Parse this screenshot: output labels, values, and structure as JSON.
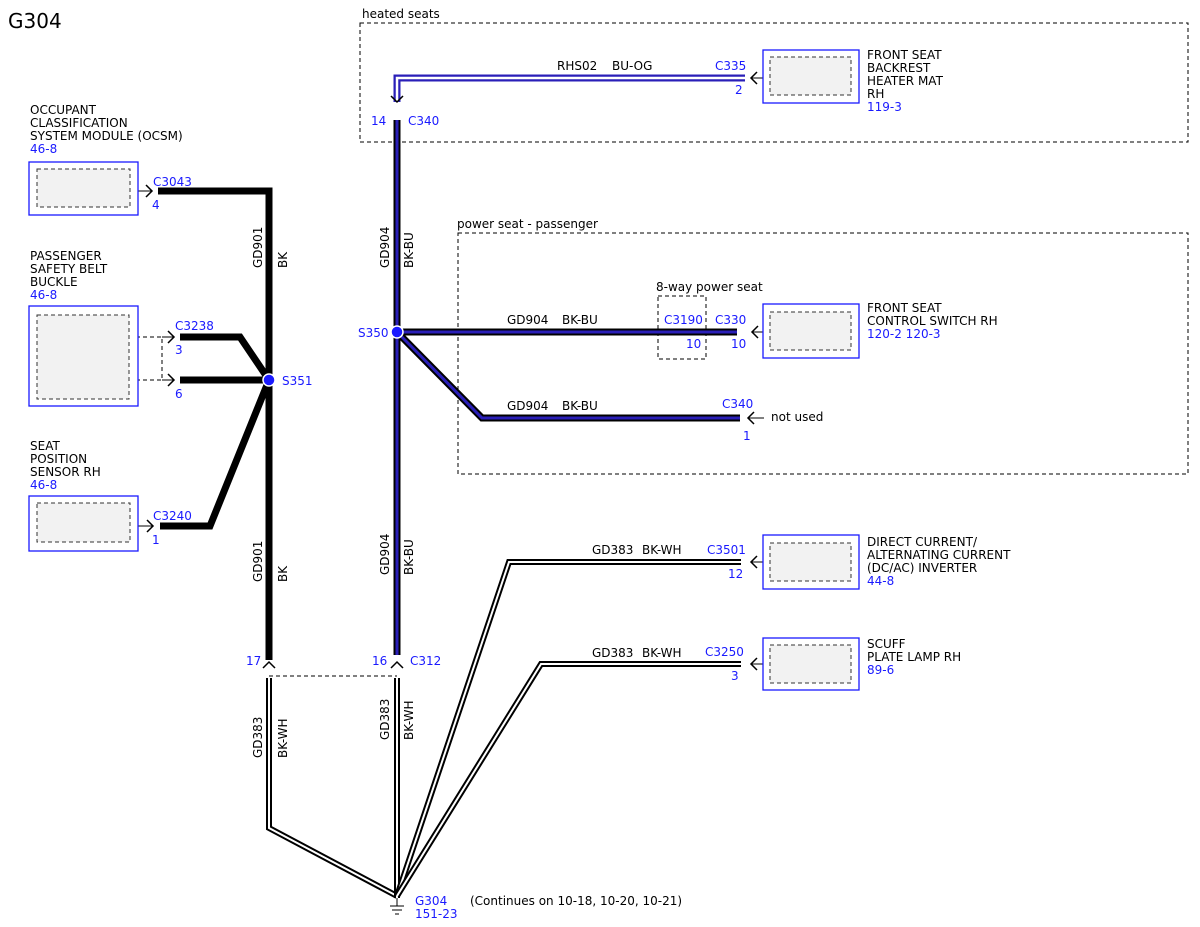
{
  "title": "G304",
  "groups": {
    "heated_seats": "heated seats",
    "power_seat": "power seat - passenger",
    "eight_way": "8-way power seat"
  },
  "components": {
    "ocsm": {
      "line1": "OCCUPANT",
      "line2": "CLASSIFICATION",
      "line3": "SYSTEM MODULE (OCSM)",
      "ref": "46-8",
      "connector": "C3043",
      "pin": "4"
    },
    "buckle": {
      "line1": "PASSENGER",
      "line2": "SAFETY BELT",
      "line3": "BUCKLE",
      "ref": "46-8",
      "connector": "C3238",
      "pin_a": "3",
      "pin_b": "6"
    },
    "seat_pos": {
      "line1": "SEAT",
      "line2": "POSITION",
      "line3": "SENSOR RH",
      "ref": "46-8",
      "connector": "C3240",
      "pin": "1"
    },
    "heater_mat": {
      "line1": "FRONT SEAT",
      "line2": "BACKREST",
      "line3": "HEATER MAT",
      "line4": "RH",
      "ref": "119-3",
      "connector": "C335",
      "pin": "2"
    },
    "switch": {
      "line1": "FRONT SEAT",
      "line2": "CONTROL SWITCH RH",
      "ref": "120-2 120-3",
      "connector": "C330",
      "pin": "10"
    },
    "inverter": {
      "line1": "DIRECT CURRENT/",
      "line2": "ALTERNATING CURRENT",
      "line3": "(DC/AC) INVERTER",
      "ref": "44-8",
      "connector": "C3501",
      "pin": "12"
    },
    "scuff": {
      "line1": "SCUFF",
      "line2": "PLATE LAMP RH",
      "ref": "89-6",
      "connector": "C3250",
      "pin": "3"
    }
  },
  "connectors": {
    "c340_top": {
      "name": "C340",
      "pin": "14"
    },
    "c3190": {
      "name": "C3190",
      "pin": "10"
    },
    "c340_unused": {
      "name": "C340",
      "pin": "1",
      "note": "not used"
    },
    "c312": {
      "name": "C312",
      "pin_a": "17",
      "pin_b": "16"
    }
  },
  "splices": {
    "s351": "S351",
    "s350": "S350"
  },
  "wires": {
    "rhs02": {
      "circuit": "RHS02",
      "color": "BU-OG"
    },
    "gd901": {
      "circuit": "GD901",
      "color": "BK"
    },
    "gd904": {
      "circuit": "GD904",
      "color": "BK-BU"
    },
    "gd383": {
      "circuit": "GD383",
      "color": "BK-WH"
    }
  },
  "ground": {
    "name": "G304",
    "ref": "151-23",
    "note": "(Continues on 10-18, 10-20, 10-21)"
  },
  "colors": {
    "blue_label": "#1a1aff",
    "blue_wire": "#2a1fb8",
    "wire": "#000000",
    "component_fill": "#f2f2f2"
  }
}
